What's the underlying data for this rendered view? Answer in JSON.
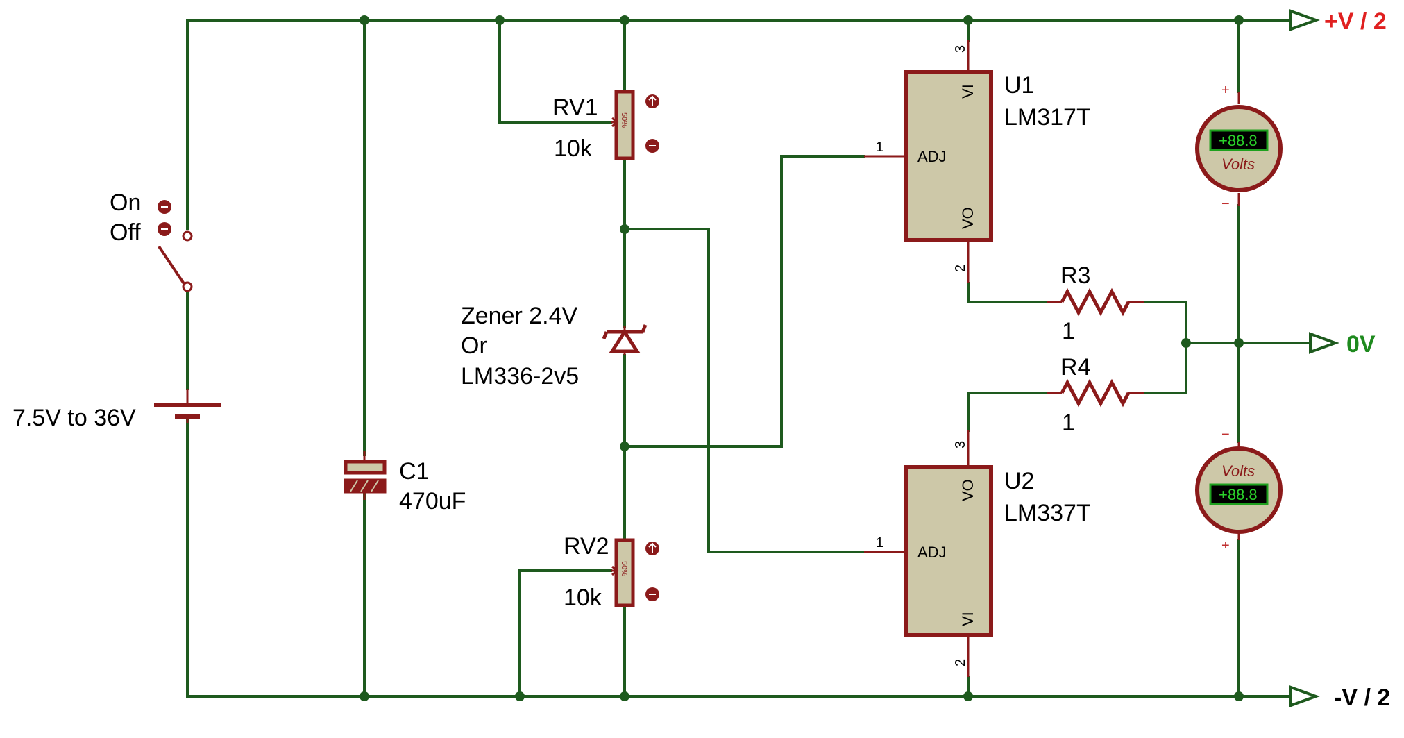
{
  "terminals": {
    "pos": "+V / 2",
    "zero": "0V",
    "neg": "-V / 2"
  },
  "switch": {
    "on_label": "On",
    "off_label": "Off"
  },
  "battery": {
    "label": "7.5V to 36V"
  },
  "c1": {
    "ref": "C1",
    "value": "470uF"
  },
  "rv1": {
    "ref": "RV1",
    "value": "10k",
    "setting": "50%"
  },
  "rv2": {
    "ref": "RV2",
    "value": "10k",
    "setting": "50%"
  },
  "zener": {
    "line1": "Zener 2.4V",
    "line2": "Or",
    "line3": "LM336-2v5"
  },
  "u1": {
    "ref": "U1",
    "part": "LM317T",
    "pin_vi": "VI",
    "pin_adj": "ADJ",
    "pin_vo": "VO",
    "pin3": "3",
    "pin1": "1",
    "pin2": "2"
  },
  "u2": {
    "ref": "U2",
    "part": "LM337T",
    "pin_vo": "VO",
    "pin_adj": "ADJ",
    "pin_vi": "VI",
    "pin3": "3",
    "pin1": "1",
    "pin2": "2"
  },
  "r3": {
    "ref": "R3",
    "value": "1"
  },
  "r4": {
    "ref": "R4",
    "value": "1"
  },
  "meter_top": {
    "reading": "+88.8",
    "unit": "Volts",
    "plus": "+",
    "minus": "−"
  },
  "meter_bottom": {
    "reading": "+88.8",
    "unit": "Volts",
    "plus": "+",
    "minus": "−"
  },
  "colors": {
    "wire": "#1e5a1e",
    "component": "#8b1a1a",
    "body": "#cdc8a8",
    "terminal_pos": "#e02020",
    "terminal_zero": "#1e8a1e",
    "terminal_neg": "#000000"
  }
}
